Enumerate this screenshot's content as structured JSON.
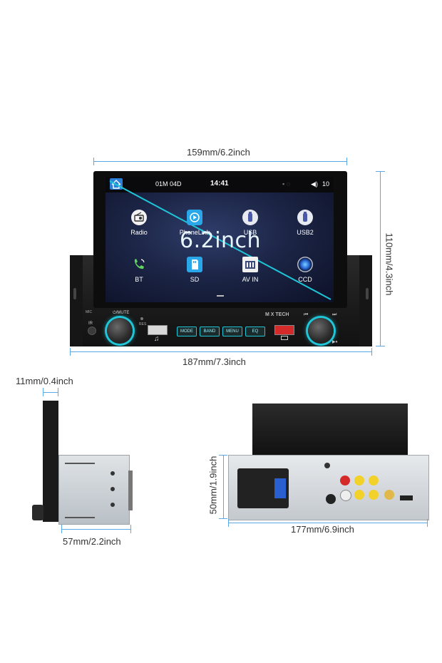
{
  "dimensions": {
    "top_width": "159mm/6.2inch",
    "right_height": "110mm/4.3inch",
    "bottom_width": "187mm/7.3inch",
    "side_thickness": "11mm/0.4inch",
    "side_depth": "57mm/2.2inch",
    "rear_height": "50mm/1.9inch",
    "rear_width": "177mm/6.9inch"
  },
  "screen": {
    "status": {
      "date": "01M 04D",
      "time": "14:41",
      "volume": "10"
    },
    "overlay_label": "6.2inch",
    "apps": [
      {
        "label": "Radio",
        "icon": "radio-icon"
      },
      {
        "label": "PhoneLink",
        "icon": "phonelink-icon"
      },
      {
        "label": "USB",
        "icon": "usb-icon"
      },
      {
        "label": "USB2",
        "icon": "usb2-icon"
      },
      {
        "label": "BT",
        "icon": "bluetooth-phone-icon"
      },
      {
        "label": "SD",
        "icon": "sd-card-icon"
      },
      {
        "label": "AV IN",
        "icon": "av-in-icon"
      },
      {
        "label": "CCD",
        "icon": "camera-icon"
      }
    ]
  },
  "panel": {
    "buttons": [
      "MODE",
      "BAND",
      "MENU",
      "EQ"
    ],
    "labels": {
      "mic": "MIC",
      "ir": "IR",
      "mute": "⏻/MUTE",
      "res": "RES"
    },
    "logo": "M X TECH"
  },
  "colors": {
    "accent": "#1ec6d8",
    "dimension_line": "#5aa9e6",
    "screen_bg": "#1c2546"
  }
}
